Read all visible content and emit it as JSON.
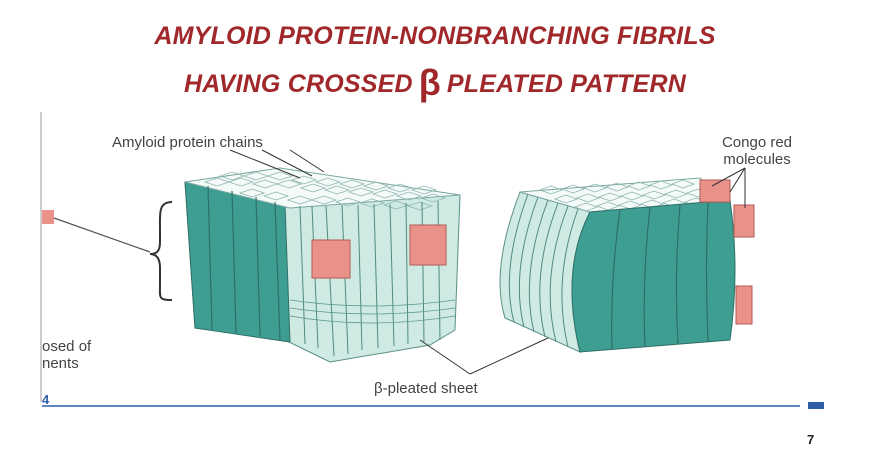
{
  "slide": {
    "title_line1": "AMYLOID PROTEIN-NONBRANCHING FIBRILS",
    "title_line2_before": "HAVING CROSSED",
    "title_beta": "β",
    "title_line2_after": "PLEATED PATTERN",
    "page_number": "7",
    "footer_number": "4"
  },
  "figure": {
    "label_chains": "Amyloid protein chains",
    "label_congo_1": "Congo red",
    "label_congo_2": "molecules",
    "label_sheet": "β-pleated sheet",
    "label_cut_1": "osed of",
    "label_cut_2": "nents"
  },
  "colors": {
    "title": "#a0282a",
    "teal": "#3f9e92",
    "light_teal": "#cfe9e3",
    "salmon": "#e9928a",
    "footer_rule": "#2d5ea8"
  }
}
